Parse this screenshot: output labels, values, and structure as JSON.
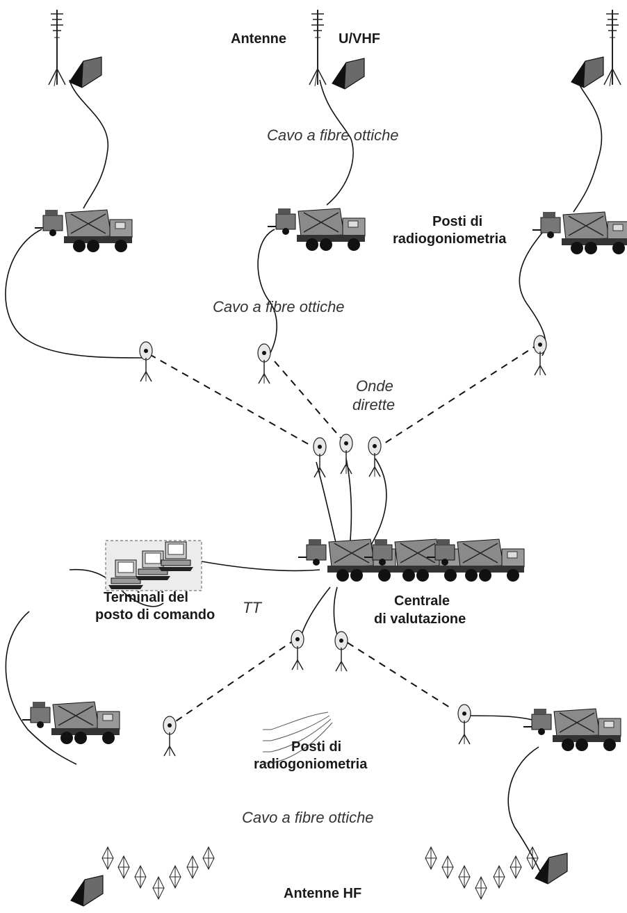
{
  "labels": {
    "antenne_uvhf_left": "Antenne",
    "antenne_uvhf_right": "U/VHF",
    "cavo_top": "Cavo a fibre ottiche",
    "posti_top_1": "Posti di",
    "posti_top_2": "radiogoniometria",
    "cavo_mid": "Cavo a fibre ottiche",
    "onde_1": "Onde",
    "onde_2": "dirette",
    "terminali_1": "Terminali del",
    "terminali_2": "posto di comando",
    "tt": "TT",
    "centrale_1": "Centrale",
    "centrale_2": "di valutazione",
    "posti_bottom_1": "Posti di",
    "posti_bottom_2": "radiogoniometria",
    "cavo_bottom": "Cavo a fibre ottiche",
    "antenne_hf": "Antenne HF"
  },
  "icons": {
    "mast": "uvhf-antenna-mast-icon",
    "shelter": "antenna-shelter-icon",
    "truck": "military-truck-icon",
    "relay": "radio-relay-dish-icon",
    "computer": "computer-terminal-icon",
    "hf": "hf-antenna-icon"
  }
}
